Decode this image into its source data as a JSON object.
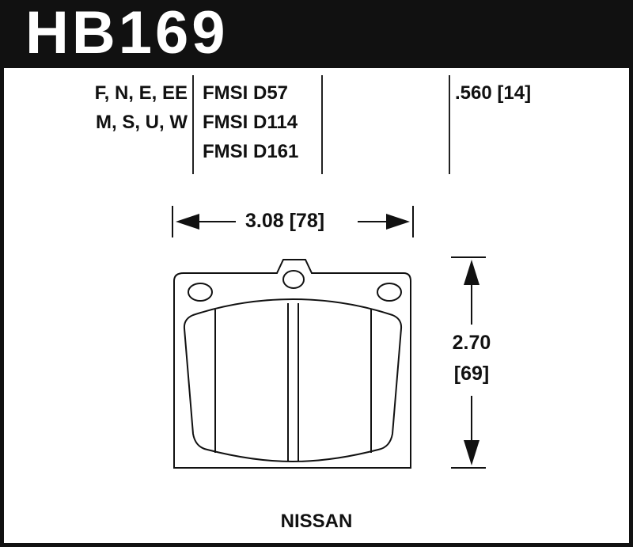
{
  "header": {
    "part_number": "HB169",
    "background_color": "#111111",
    "text_color": "#ffffff"
  },
  "specs": {
    "compounds": [
      "F, N, E, EE",
      "M, S, U, W"
    ],
    "fmsi": [
      "FMSI D57",
      "FMSI D114",
      "FMSI D161"
    ],
    "thickness": ".560 [14]"
  },
  "dimensions": {
    "width_label": "3.08 [78]",
    "height_label_in": "2.70",
    "height_label_mm": "[69]"
  },
  "footer": {
    "application": "NISSAN"
  }
}
